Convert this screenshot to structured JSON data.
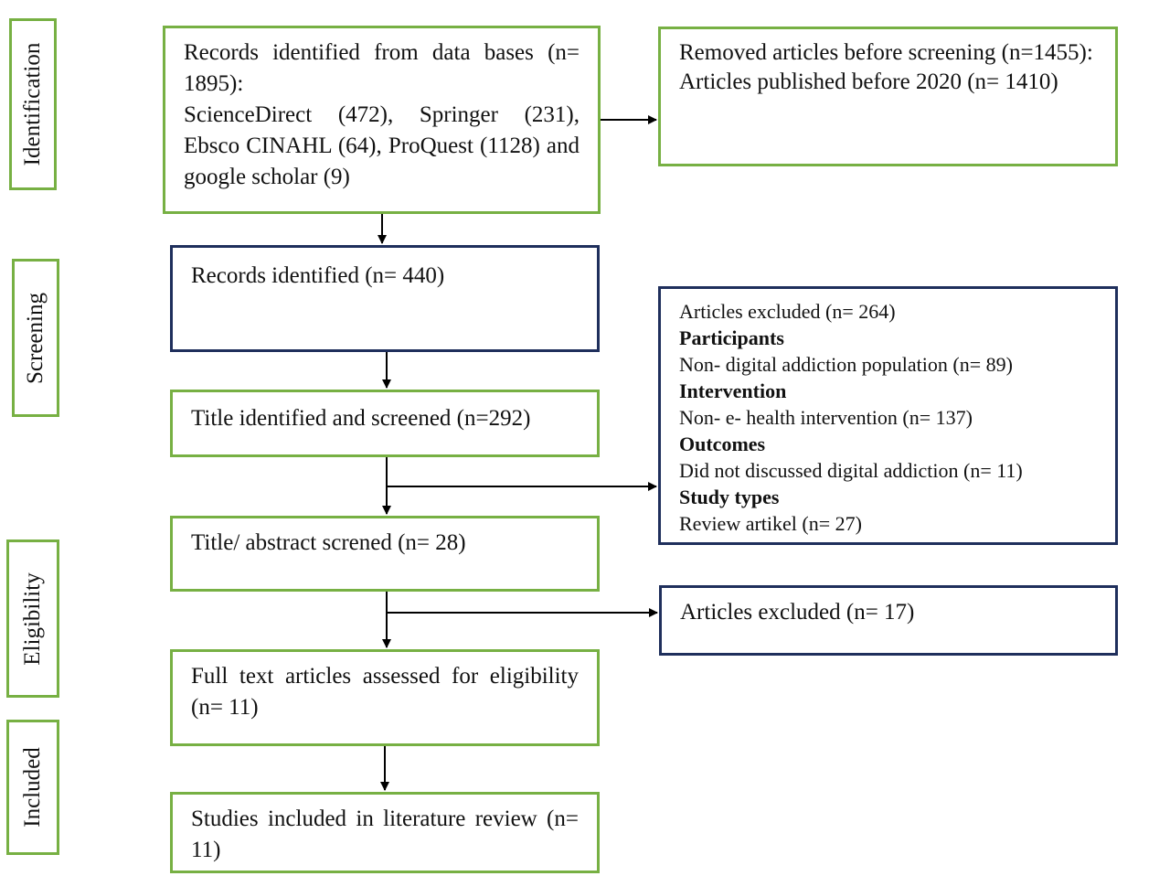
{
  "stages": {
    "identification": "Identification",
    "screening": "Screening",
    "eligibility": "Eligibility",
    "included": "Included"
  },
  "identified": {
    "line1": "Records identified from data bases (n= 1895):",
    "line2": "ScienceDirect (472), Springer (231), Ebsco CINAHL (64), ProQuest (1128) and google scholar (9)"
  },
  "removed": {
    "line1": "Removed articles before screening (n=1455):",
    "line2": "Articles published before 2020 (n= 1410)"
  },
  "records_440": "Records identified (n= 440)",
  "title_screened": "Title identified and screened (n=292)",
  "abstract_screened": "Title/ abstract screned (n= 28)",
  "full_text": "Full text articles assessed for eligibility (n= 11)",
  "included_box": "Studies included in literature review (n= 11)",
  "excluded_264": {
    "header": "Articles excluded (n= 264)",
    "participants_title": "Participants",
    "participants_detail": "Non- digital addiction population (n= 89)",
    "intervention_title": "Intervention",
    "intervention_detail": "Non- e- health intervention (n= 137)",
    "outcomes_title": "Outcomes",
    "outcomes_detail": "Did not discussed digital addiction (n= 11)",
    "study_types_title": "Study types",
    "study_types_detail": "Review artikel (n= 27)"
  },
  "excluded_17": "Articles excluded (n= 17)",
  "colors": {
    "green_border": "#77b043",
    "navy_border": "#1f2f5c"
  }
}
